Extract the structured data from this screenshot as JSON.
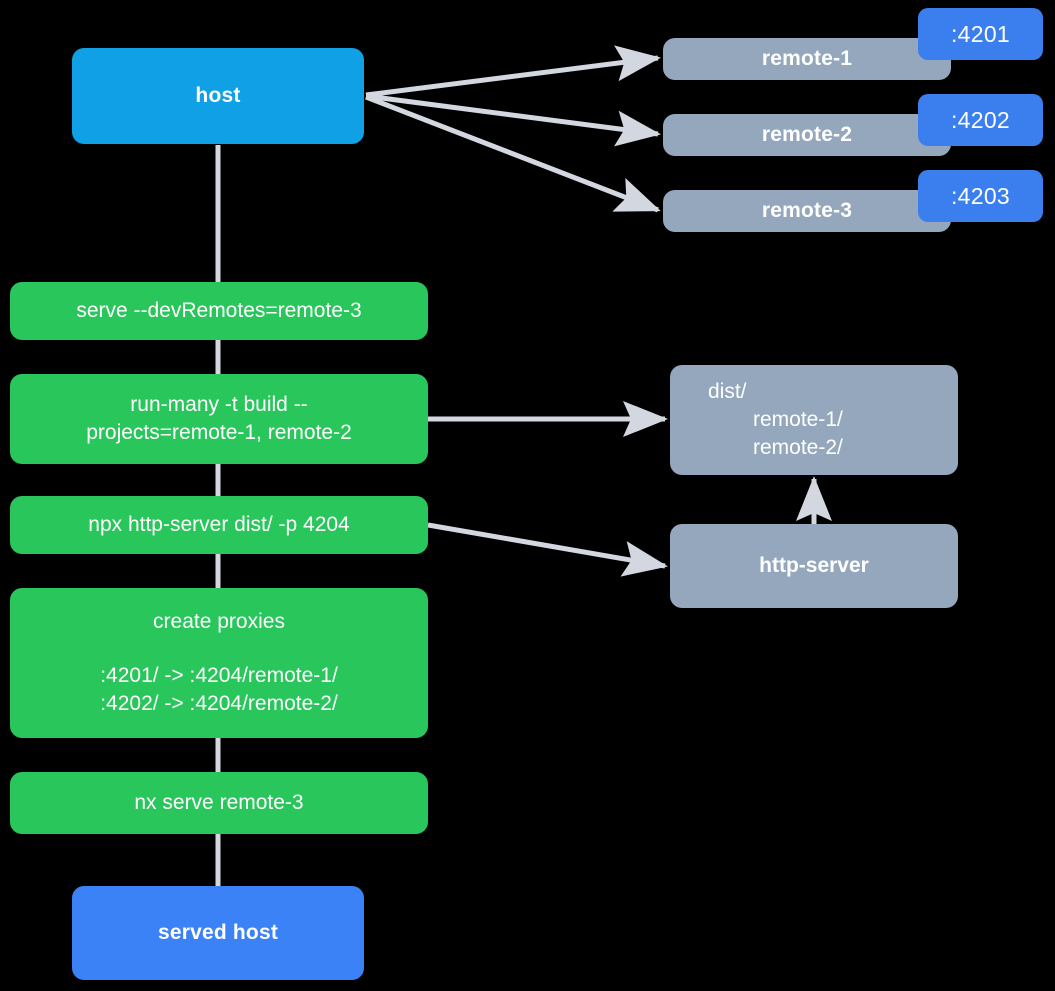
{
  "diagram": {
    "title": "host and remotes serve flow",
    "background": "#000000",
    "colors": {
      "host": "#0FA0E6",
      "served_host": "#3B82F6",
      "remote": "#94A7BD",
      "artifact": "#94A7BD",
      "command": "#28C65B",
      "badge": "#3B7FEE",
      "edge": "#D3D8E0",
      "text": "#FFFFFF"
    }
  },
  "nodes": {
    "host": {
      "label": "host"
    },
    "served_host": {
      "label": "served host"
    },
    "remotes": [
      {
        "label": "remote-1",
        "port": ":4201"
      },
      {
        "label": "remote-2",
        "port": ":4202"
      },
      {
        "label": "remote-3",
        "port": ":4203"
      }
    ],
    "dist": {
      "root": "dist/",
      "children": [
        "remote-1/",
        "remote-2/"
      ]
    },
    "http_server": {
      "label": "http-server"
    },
    "commands": [
      {
        "id": "serve-devremotes",
        "lines": [
          "serve --devRemotes=remote-3"
        ]
      },
      {
        "id": "run-many-build",
        "lines": [
          "run-many -t build --",
          "projects=remote-1, remote-2"
        ]
      },
      {
        "id": "npx-http-server",
        "lines": [
          "npx http-server dist/ -p 4204"
        ]
      },
      {
        "id": "create-proxies",
        "title": "create proxies",
        "lines": [
          ":4201/ -> :4204/remote-1/",
          ":4202/ -> :4204/remote-2/"
        ]
      },
      {
        "id": "nx-serve-remote-3",
        "lines": [
          "nx serve remote-3"
        ]
      }
    ]
  },
  "edges": [
    {
      "from": "host",
      "to": "remote-1",
      "arrow": true
    },
    {
      "from": "host",
      "to": "remote-2",
      "arrow": true
    },
    {
      "from": "host",
      "to": "remote-3",
      "arrow": true
    },
    {
      "from": "host",
      "to": "served-host",
      "arrow": false,
      "style": "spine"
    },
    {
      "from": "run-many-build",
      "to": "dist",
      "arrow": true
    },
    {
      "from": "npx-http-server",
      "to": "http-server",
      "arrow": true
    },
    {
      "from": "http-server",
      "to": "dist",
      "arrow": true
    }
  ]
}
